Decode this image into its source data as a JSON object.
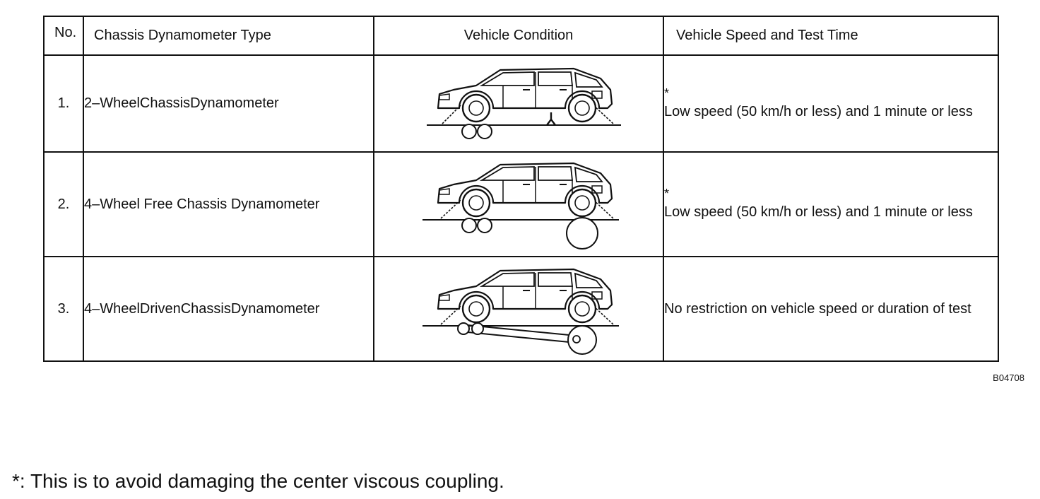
{
  "table": {
    "headers": {
      "no": "No.",
      "type": "Chassis Dynamometer Type",
      "condition": "Vehicle Condition",
      "speed": "Vehicle Speed and Test Time"
    },
    "rows": [
      {
        "no": "1.",
        "type": "2–WheelChassisDynamometer",
        "star": "*",
        "speed": "Low speed (50 km/h or less) and 1 minute or less",
        "illustration-icon": "car-on-two-wheel-dynamometer-icon"
      },
      {
        "no": "2.",
        "type": "4–Wheel Free Chassis Dynamometer",
        "star": "*",
        "speed": "Low speed (50 km/h or less) and 1 minute or less",
        "illustration-icon": "car-on-four-wheel-free-dynamometer-icon"
      },
      {
        "no": "3.",
        "type": "4–WheelDrivenChassisDynamometer",
        "star": "",
        "speed": "No restriction on vehicle speed or duration of test",
        "illustration-icon": "car-on-four-wheel-driven-dynamometer-icon"
      }
    ]
  },
  "figure_code": "B04708",
  "footnote": "*: This is to avoid damaging the center viscous coupling."
}
